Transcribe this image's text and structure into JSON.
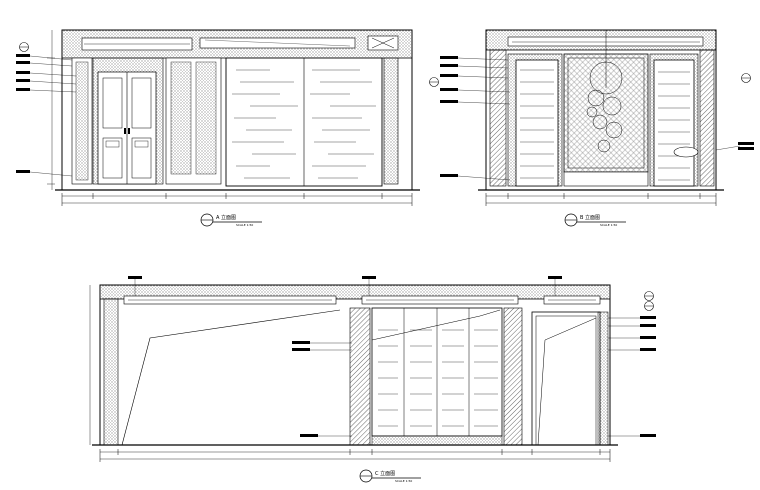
{
  "elevations": [
    {
      "id": "A",
      "title": "A 立面图",
      "scale": "SCALE 1:50"
    },
    {
      "id": "B",
      "title": "B 立面图",
      "scale": "SCALE 1:50"
    },
    {
      "id": "C",
      "title": "C 立面图",
      "scale": "SCALE 1:50"
    }
  ]
}
